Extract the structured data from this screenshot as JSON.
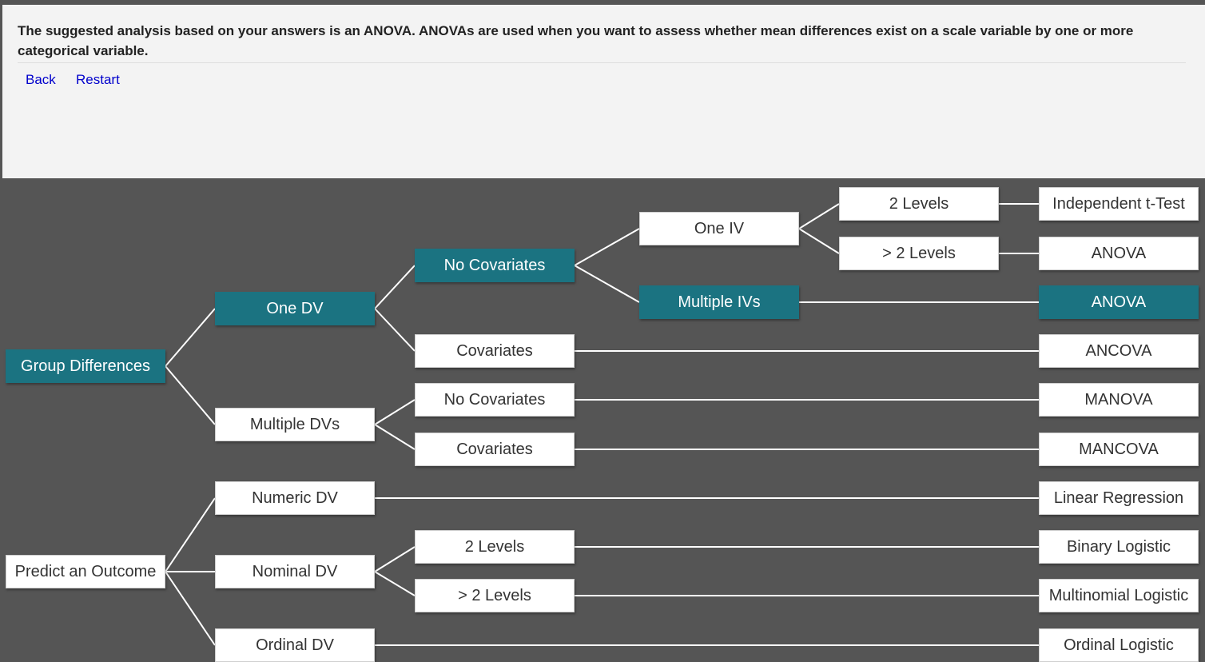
{
  "header": {
    "message": "The suggested analysis based on your answers is an ANOVA. ANOVAs are used when you want to assess whether mean differences exist on a scale variable by one or more categorical variable.",
    "back_label": "Back",
    "restart_label": "Restart"
  },
  "colors": {
    "active_node": "#1b7381",
    "background": "#555555",
    "link": "#0000cc"
  },
  "tree": {
    "group_differences": "Group Differences",
    "predict_outcome": "Predict an Outcome",
    "one_dv": "One DV",
    "multiple_dvs": "Multiple DVs",
    "numeric_dv": "Numeric DV",
    "nominal_dv": "Nominal DV",
    "ordinal_dv": "Ordinal DV",
    "no_covariates_1": "No Covariates",
    "covariates_1": "Covariates",
    "no_covariates_2": "No Covariates",
    "covariates_2": "Covariates",
    "levels_2_nominal": "2 Levels",
    "levels_gt2_nominal": "> 2 Levels",
    "one_iv": "One IV",
    "multiple_ivs": "Multiple IVs",
    "levels_2": "2 Levels",
    "levels_gt2": "> 2 Levels",
    "independent_t_test": "Independent t-Test",
    "anova_1": "ANOVA",
    "anova_2": "ANOVA",
    "ancova": "ANCOVA",
    "manova": "MANOVA",
    "mancova": "MANCOVA",
    "linear_regression": "Linear Regression",
    "binary_logistic": "Binary Logistic",
    "multinomial_logistic": "Multinomial Logistic",
    "ordinal_logistic": "Ordinal Logistic"
  }
}
